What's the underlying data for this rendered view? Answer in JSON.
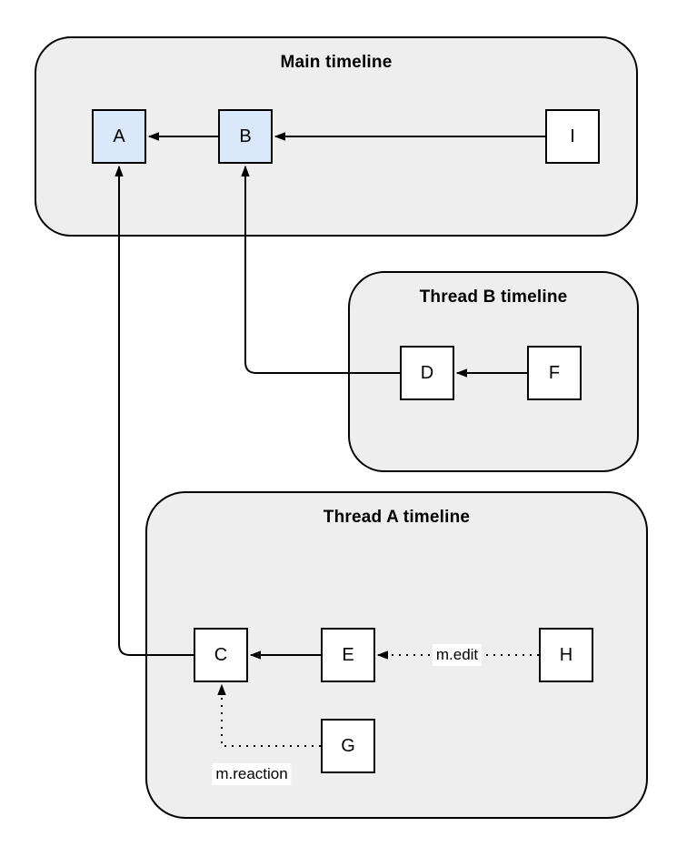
{
  "diagram": {
    "containers": [
      {
        "id": "main",
        "title": "Main timeline"
      },
      {
        "id": "thread-b",
        "title": "Thread B timeline"
      },
      {
        "id": "thread-a",
        "title": "Thread A timeline"
      }
    ],
    "nodes": [
      {
        "id": "A",
        "label": "A",
        "fill": "#dae8fc",
        "container": "main"
      },
      {
        "id": "B",
        "label": "B",
        "fill": "#dae8fc",
        "container": "main"
      },
      {
        "id": "I",
        "label": "I",
        "fill": "#ffffff",
        "container": "main"
      },
      {
        "id": "D",
        "label": "D",
        "fill": "#ffffff",
        "container": "thread-b"
      },
      {
        "id": "F",
        "label": "F",
        "fill": "#ffffff",
        "container": "thread-b"
      },
      {
        "id": "C",
        "label": "C",
        "fill": "#ffffff",
        "container": "thread-a"
      },
      {
        "id": "E",
        "label": "E",
        "fill": "#ffffff",
        "container": "thread-a"
      },
      {
        "id": "H",
        "label": "H",
        "fill": "#ffffff",
        "container": "thread-a"
      },
      {
        "id": "G",
        "label": "G",
        "fill": "#ffffff",
        "container": "thread-a"
      }
    ],
    "edges": [
      {
        "from": "B",
        "to": "A",
        "style": "solid",
        "label": ""
      },
      {
        "from": "I",
        "to": "B",
        "style": "solid",
        "label": ""
      },
      {
        "from": "F",
        "to": "D",
        "style": "solid",
        "label": ""
      },
      {
        "from": "D",
        "to": "B",
        "style": "solid",
        "label": ""
      },
      {
        "from": "E",
        "to": "C",
        "style": "solid",
        "label": ""
      },
      {
        "from": "C",
        "to": "A",
        "style": "solid",
        "label": ""
      },
      {
        "from": "H",
        "to": "E",
        "style": "dotted",
        "label": "m.edit"
      },
      {
        "from": "G",
        "to": "C",
        "style": "dotted",
        "label": "m.reaction"
      }
    ],
    "colors": {
      "container_fill": "#eeeeee",
      "node_blue_fill": "#dae8fc",
      "node_white_fill": "#ffffff",
      "stroke": "#000000",
      "label_background": "#ffffff"
    }
  }
}
